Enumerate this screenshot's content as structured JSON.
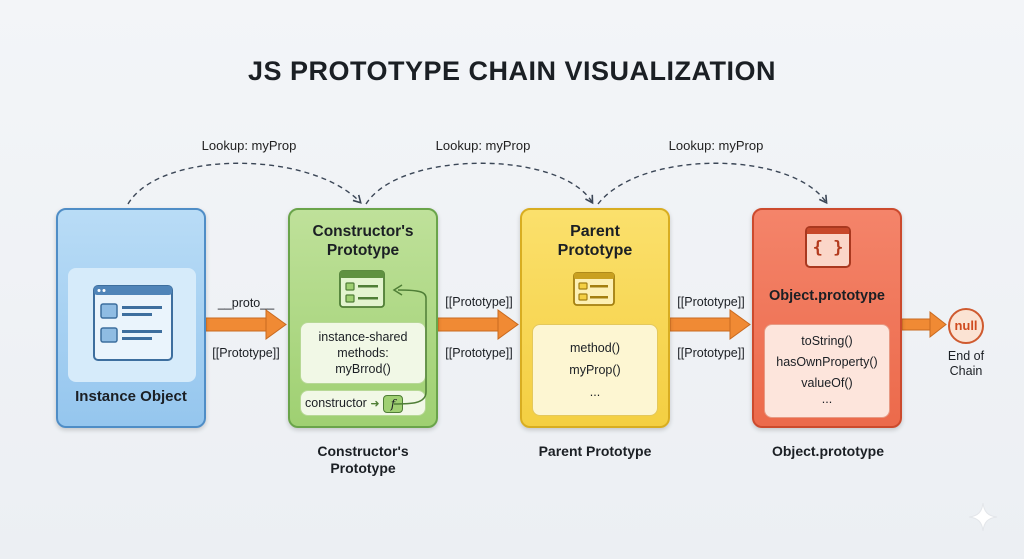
{
  "title": "JS PROTOTYPE CHAIN VISUALIZATION",
  "lookups": [
    "Lookup: myProp",
    "Lookup: myProp",
    "Lookup: myProp"
  ],
  "instance": {
    "label": "Instance Object"
  },
  "constructor_proto": {
    "title_line1": "Constructor's",
    "title_line2": "Prototype",
    "methods_line1": "instance-shared",
    "methods_line2": "methods:",
    "methods_line3": "myBrrod()",
    "constructor_label": "constructor",
    "function_glyph": "f",
    "caption_line1": "Constructor's",
    "caption_line2": "Prototype"
  },
  "parent_proto": {
    "title_line1": "Parent",
    "title_line2": "Prototype",
    "methods": [
      "method()",
      "myProp()",
      "..."
    ],
    "caption": "Parent Prototype"
  },
  "object_proto": {
    "title": "Object.prototype",
    "icon_text": "{ }",
    "methods": [
      "toString()",
      "hasOwnProperty()",
      "valueOf()",
      "..."
    ],
    "caption": "Object.prototype"
  },
  "edges": {
    "e1_top": "__proto__",
    "e1_bottom": "[[Prototype]]",
    "e2_top": "[[Prototype]]",
    "e2_bottom": "[[Prototype]]",
    "e3_top": "[[Prototype]]",
    "e3_bottom": "[[Prototype]]"
  },
  "null_node": {
    "label": "null",
    "end_line1": "End of",
    "end_line2": "Chain"
  },
  "colors": {
    "arrow": "#f08a34",
    "blue": "#95c6ee",
    "green": "#9fd072",
    "yellow": "#f4cf42",
    "red": "#ec6a4b"
  }
}
